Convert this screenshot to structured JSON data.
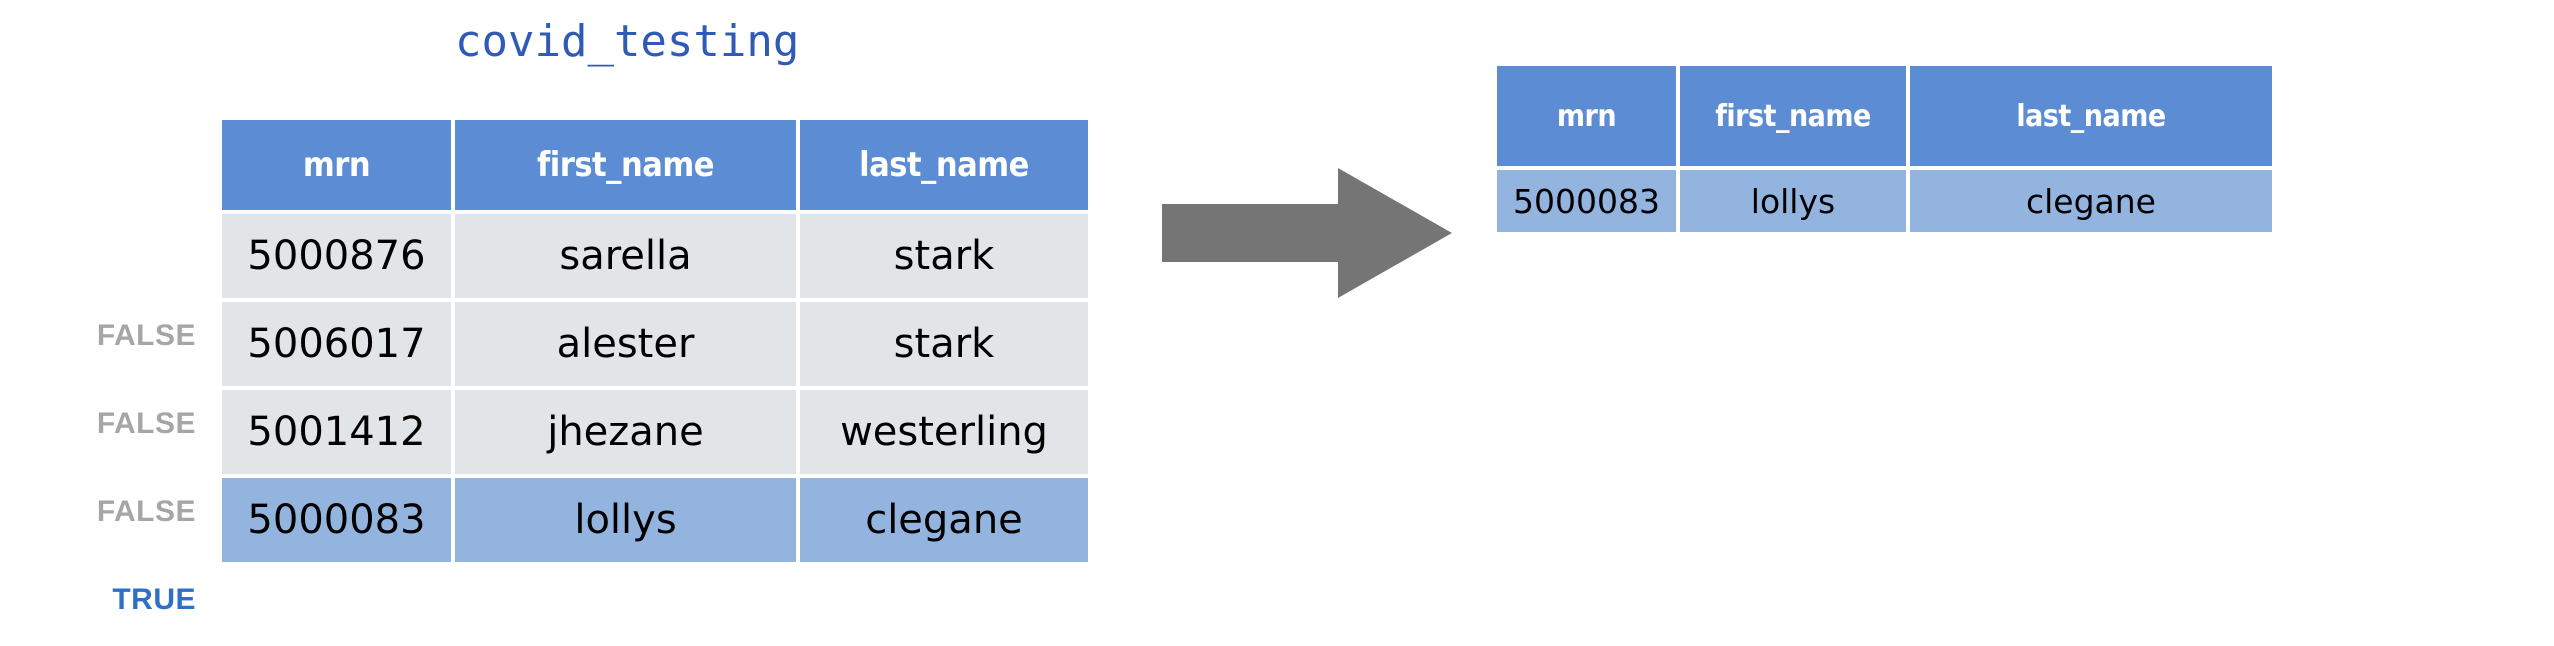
{
  "diagram": {
    "title": "covid_testing",
    "title_color": "#2f5bb7",
    "arrow_icon": "right-arrow-icon",
    "arrow_color": "#757575",
    "colors": {
      "header_fill": "#5b8cd4",
      "row_fill": "#e2e5e8",
      "highlight_fill": "#94b4e0",
      "flag_false": "#a6a6a6",
      "flag_true": "#2f6fc4",
      "header_text": "#ffffff",
      "body_text": "#000000",
      "background": "#ffffff"
    }
  },
  "source_table": {
    "name": "covid_testing",
    "columns": [
      "mrn",
      "first_name",
      "last_name"
    ],
    "rows": [
      {
        "flag": "FALSE",
        "highlight": false,
        "mrn": "5000876",
        "first_name": "sarella",
        "last_name": "stark"
      },
      {
        "flag": "FALSE",
        "highlight": false,
        "mrn": "5006017",
        "first_name": "alester",
        "last_name": "stark"
      },
      {
        "flag": "FALSE",
        "highlight": false,
        "mrn": "5001412",
        "first_name": "jhezane",
        "last_name": "westerling"
      },
      {
        "flag": "TRUE",
        "highlight": true,
        "mrn": "5000083",
        "first_name": "lollys",
        "last_name": "clegane"
      }
    ]
  },
  "result_table": {
    "columns": [
      "mrn",
      "first_name",
      "last_name"
    ],
    "rows": [
      {
        "highlight": true,
        "mrn": "5000083",
        "first_name": "lollys",
        "last_name": "clegane"
      }
    ]
  }
}
